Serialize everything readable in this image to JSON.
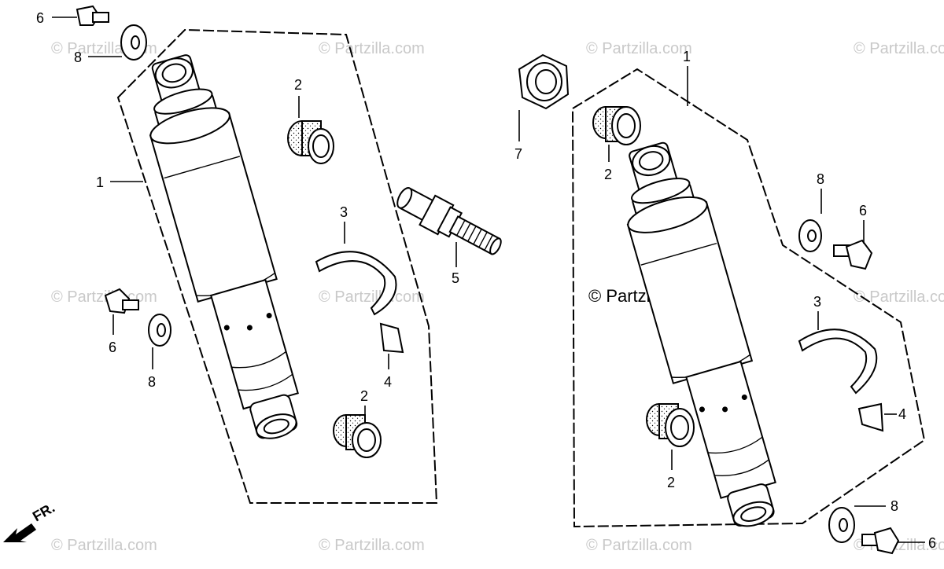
{
  "watermark": {
    "text": "© Partzilla.com",
    "center_text": "© Partzilla.com"
  },
  "direction_indicator": {
    "label": "FR."
  },
  "left_assembly": {
    "callouts": {
      "shock": "1",
      "bushing_top": "2",
      "bushing_bottom": "2",
      "band": "3",
      "label_tag": "4",
      "stud_bolt": "5",
      "bolt_top": "6",
      "bolt_mid": "6",
      "washer_top": "8",
      "washer_mid": "8"
    }
  },
  "right_assembly": {
    "callouts": {
      "shock": "1",
      "bushing_top": "2",
      "bushing_bottom": "2",
      "band": "3",
      "label_tag": "4",
      "bolt_mid": "6",
      "bolt_bottom": "6",
      "nut": "7",
      "washer_mid": "8",
      "washer_bottom": "8"
    }
  }
}
